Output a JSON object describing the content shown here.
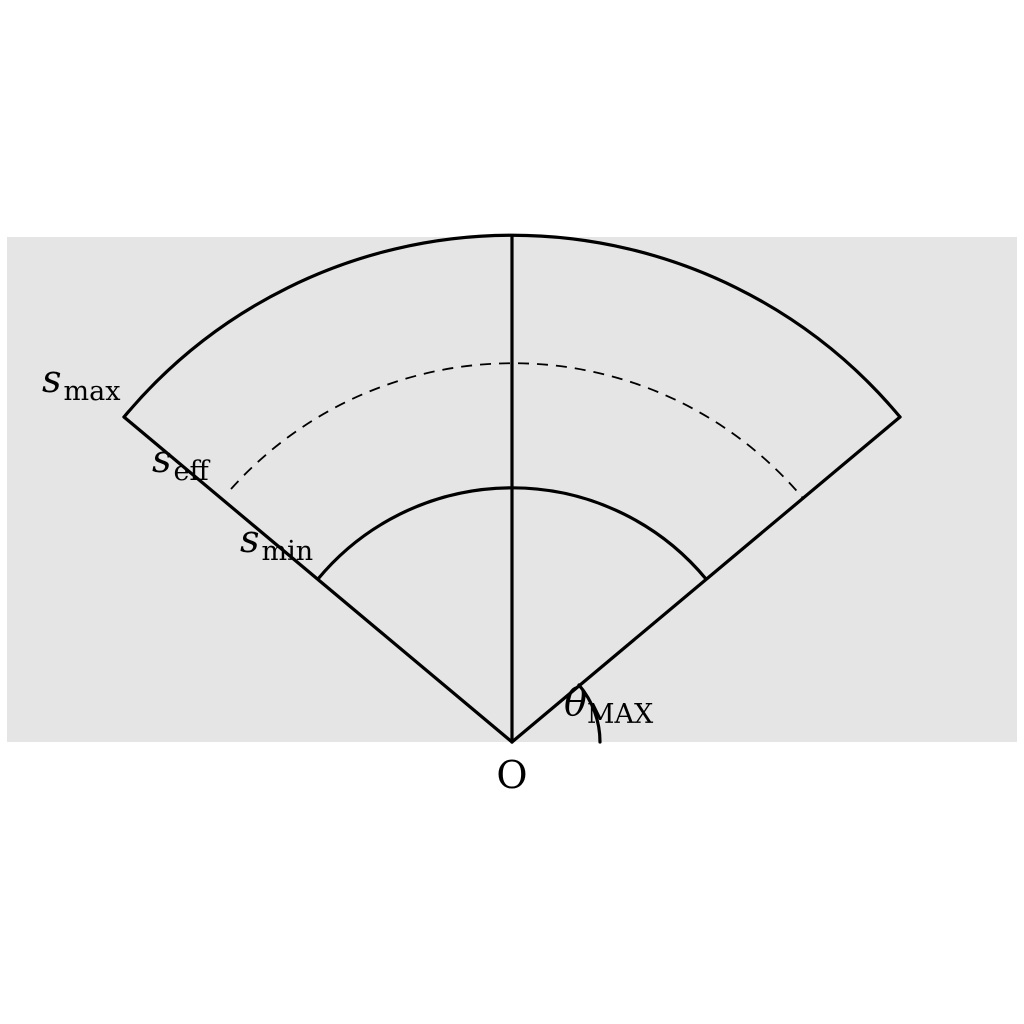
{
  "diagram": {
    "labels": {
      "s_max": {
        "symbol": "s",
        "subscript": "max"
      },
      "s_eff": {
        "symbol": "s",
        "subscript": "eff"
      },
      "s_min": {
        "symbol": "s",
        "subscript": "min"
      },
      "theta": {
        "symbol": "θ",
        "subscript": "MAX"
      },
      "origin": "O"
    },
    "colors": {
      "band": "#e5e5e5",
      "stroke": "#000000",
      "background": "#ffffff"
    }
  }
}
